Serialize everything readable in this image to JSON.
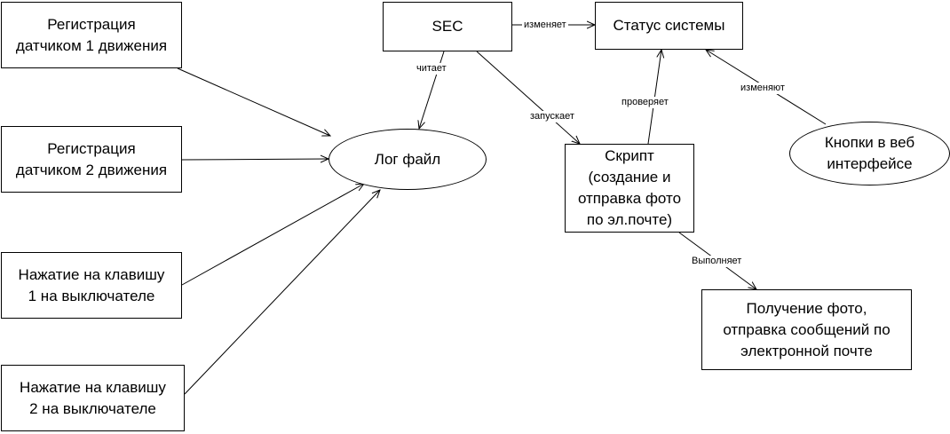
{
  "nodes": {
    "sensor1": "Регистрация\nдатчиком 1 движения",
    "sensor2": "Регистрация\nдатчиком 2 движения",
    "switch1": "Нажатие на клавишу\n1 на выключателе",
    "switch2": "Нажатие на клавишу\n2 на выключателе",
    "sec": "SEC",
    "status": "Статус системы",
    "log": "Лог файл",
    "script": "Скрипт\n(создание и\nотправка фото\nпо эл.почте)",
    "buttons": "Кнопки в веб\nинтерфейсе",
    "result": "Получение фото,\nотправка сообщений по\nэлектронной почте"
  },
  "edges": {
    "sec_status": "изменяет",
    "sec_log": "читает",
    "sec_script": "запускает",
    "script_status": "проверяет",
    "buttons_status": "изменяют",
    "script_result": "Выполняет"
  },
  "colors": {
    "line": "#000000",
    "background": "#ffffff"
  }
}
